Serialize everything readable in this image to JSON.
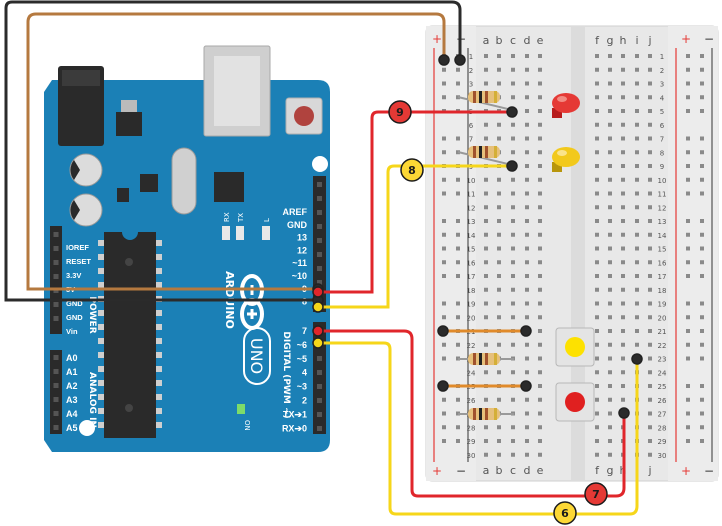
{
  "board": {
    "brand": "ARDUINO",
    "model": "UNO",
    "power_section": "POWER",
    "analog_section": "ANALOG IN",
    "digital_section": "DIGITAL (PWM ~)",
    "on_label": "ON",
    "tx_label": "TX",
    "rx_label": "RX",
    "l_label": "L",
    "power_pins": [
      "IOREF",
      "RESET",
      "3.3V",
      "5V",
      "GND",
      "GND",
      "Vin"
    ],
    "analog_pins": [
      "A0",
      "A1",
      "A2",
      "A3",
      "A4",
      "A5"
    ],
    "digital_pins_upper": [
      "AREF",
      "GND",
      "13",
      "12",
      "~11",
      "~10",
      "~9",
      "8"
    ],
    "digital_pins_lower": [
      "7",
      "~6",
      "~5",
      "4",
      "~3",
      "2",
      "TX➔1",
      "RX➔0"
    ]
  },
  "breadboard": {
    "columns_left": [
      "a",
      "b",
      "c",
      "d",
      "e"
    ],
    "columns_right": [
      "f",
      "g",
      "h",
      "i",
      "j"
    ],
    "rail_plus": "+",
    "rail_minus": "−",
    "row_count": 30
  },
  "wire_badges": [
    {
      "id": "badge-9",
      "label": "9",
      "color": "#e53935"
    },
    {
      "id": "badge-8",
      "label": "8",
      "color": "#fdd835"
    },
    {
      "id": "badge-7",
      "label": "7",
      "color": "#e53935"
    },
    {
      "id": "badge-6",
      "label": "6",
      "color": "#fdd835"
    }
  ],
  "colors": {
    "board": "#1b80b6",
    "board_dark": "#0f5d88",
    "wire_red": "#e0262b",
    "wire_yellow": "#f6d61a",
    "wire_brown": "#b5793f",
    "wire_black": "#2b2b2b",
    "jumper_orange": "#e08a2a",
    "led_red": "#e53935",
    "led_yellow": "#f2c91c",
    "button_yellow": "#fde100",
    "button_red": "#e02020"
  }
}
